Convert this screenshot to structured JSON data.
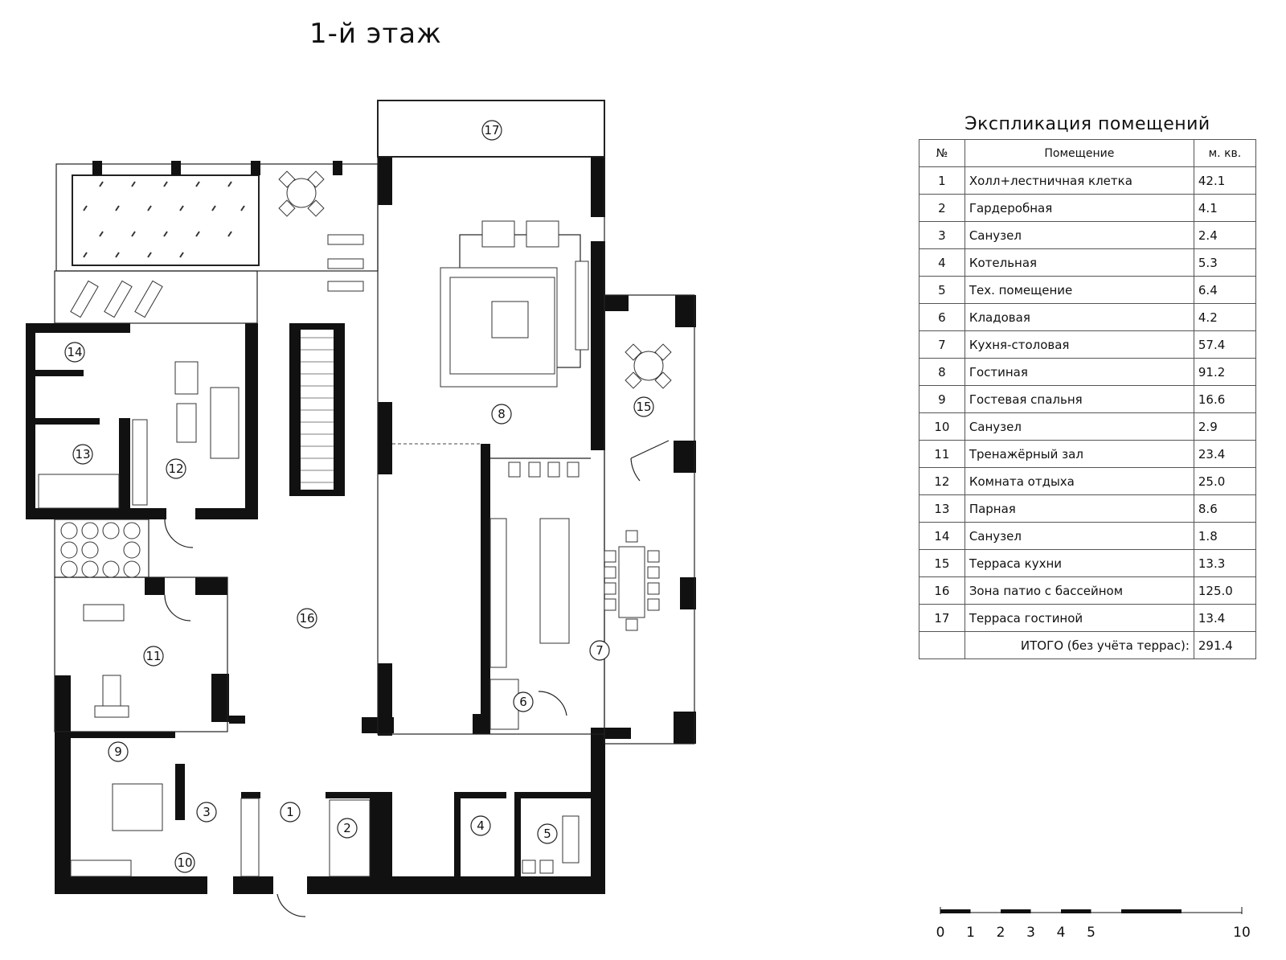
{
  "floor_title": "1-й этаж",
  "legend": {
    "title": "Экспликация помещений",
    "headers": {
      "no": "№",
      "room": "Помещение",
      "area": "м. кв."
    },
    "rows": [
      {
        "no": "1",
        "name": "Холл+лестничная клетка",
        "area": "42.1"
      },
      {
        "no": "2",
        "name": "Гардеробная",
        "area": "4.1"
      },
      {
        "no": "3",
        "name": "Санузел",
        "area": "2.4"
      },
      {
        "no": "4",
        "name": "Котельная",
        "area": "5.3"
      },
      {
        "no": "5",
        "name": "Тех. помещение",
        "area": "6.4"
      },
      {
        "no": "6",
        "name": "Кладовая",
        "area": "4.2"
      },
      {
        "no": "7",
        "name": "Кухня-столовая",
        "area": "57.4"
      },
      {
        "no": "8",
        "name": "Гостиная",
        "area": "91.2"
      },
      {
        "no": "9",
        "name": "Гостевая спальня",
        "area": "16.6"
      },
      {
        "no": "10",
        "name": "Санузел",
        "area": "2.9"
      },
      {
        "no": "11",
        "name": "Тренажёрный зал",
        "area": "23.4"
      },
      {
        "no": "12",
        "name": "Комната отдыха",
        "area": "25.0"
      },
      {
        "no": "13",
        "name": "Парная",
        "area": "8.6"
      },
      {
        "no": "14",
        "name": "Санузел",
        "area": "1.8"
      },
      {
        "no": "15",
        "name": "Терраса кухни",
        "area": "13.3"
      },
      {
        "no": "16",
        "name": "Зона патио с бассейном",
        "area": "125.0"
      },
      {
        "no": "17",
        "name": "Терраса гостиной",
        "area": "13.4"
      }
    ],
    "total_label": "ИТОГО (без учёта террас):",
    "total_value": "291.4"
  },
  "scale_bar": {
    "labels": [
      "0",
      "1",
      "2",
      "3",
      "4",
      "5",
      "10"
    ]
  },
  "room_markers": [
    "1",
    "2",
    "3",
    "4",
    "5",
    "6",
    "7",
    "8",
    "9",
    "10",
    "11",
    "12",
    "13",
    "14",
    "15",
    "16",
    "17"
  ]
}
